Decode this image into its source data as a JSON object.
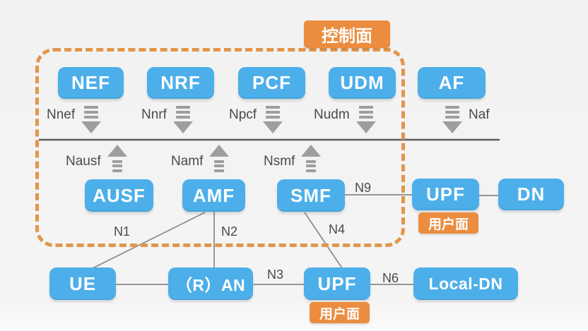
{
  "tags": {
    "control_plane": "控制面",
    "user_plane_core": "用户面",
    "user_plane_local": "用户面"
  },
  "nodes": {
    "nef": "NEF",
    "nrf": "NRF",
    "pcf": "PCF",
    "udm": "UDM",
    "af": "AF",
    "ausf": "AUSF",
    "amf": "AMF",
    "smf": "SMF",
    "upf_core": "UPF",
    "dn": "DN",
    "ue": "UE",
    "ran": "（R）AN",
    "upf_local": "UPF",
    "local_dn": "Local-DN"
  },
  "interfaces": {
    "nnef": "Nnef",
    "nnrf": "Nnrf",
    "npcf": "Npcf",
    "nudm": "Nudm",
    "naf": "Naf",
    "nausf": "Nausf",
    "namf": "Namf",
    "nsmf": "Nsmf"
  },
  "refs": {
    "n1": "N1",
    "n2": "N2",
    "n3": "N3",
    "n4": "N4",
    "n6": "N6",
    "n9": "N9"
  },
  "colors": {
    "node_blue": "#4DAFEA",
    "tag_orange": "#EC8C3E",
    "dash_orange": "#E2964A",
    "bus_gray": "#5C5C5C",
    "wire_gray": "#8A8A8A",
    "arrow_gray": "#9E9E9E",
    "text_gray": "#4A4A4A"
  }
}
